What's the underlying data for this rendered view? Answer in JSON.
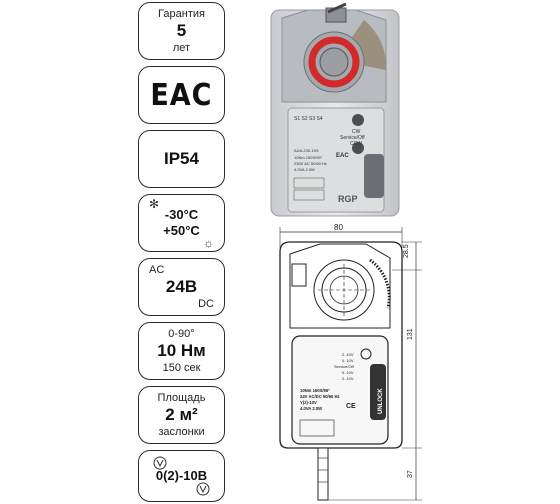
{
  "cards": {
    "warranty": {
      "title": "Гарантия",
      "value": "5",
      "unit": "лет"
    },
    "eac": {
      "mark": "EAC"
    },
    "ip": {
      "value": "IP54"
    },
    "temp": {
      "min": "-30°C",
      "max": "+50°C",
      "snow_icon": "snowflake-icon",
      "sun_icon": "sun-icon"
    },
    "power": {
      "ac": "AC",
      "voltage": "24В",
      "dc": "DC"
    },
    "torque": {
      "angle": "0-90°",
      "value": "10 Нм",
      "time": "150 сек"
    },
    "area": {
      "title": "Площадь",
      "value": "2 м²",
      "unit": "заслонки"
    },
    "control": {
      "value": "0(2)-10В",
      "icon": "voltage-icon"
    }
  },
  "photo": {
    "labels": {
      "cw": "CW",
      "service": "Service/Off",
      "ccw": "CCW",
      "model": "ADA-230-10S",
      "spec1": "10Nm 150S/95°",
      "spec2": "230V AC 50/60 Hz",
      "spec3": "4.0VA 2.0W",
      "terminals": "S1 S2 S3 S4",
      "eac": "EAC",
      "brand": "RGP"
    }
  },
  "drawing": {
    "dim_width": "80",
    "dim_top": "28.5",
    "dim_height": "131",
    "dim_cable": "37",
    "unlock": "UNLOCK",
    "label_lines": [
      "2..10V",
      "0..10V",
      "Service/Off",
      "0..10V",
      "2..10V"
    ],
    "spec_lines": [
      "10Nm 150S/95°",
      "24V AC/DC 50/60 Hz",
      "Y(2)-10V",
      "4.0VA 2.0W"
    ],
    "ce": "CE"
  }
}
